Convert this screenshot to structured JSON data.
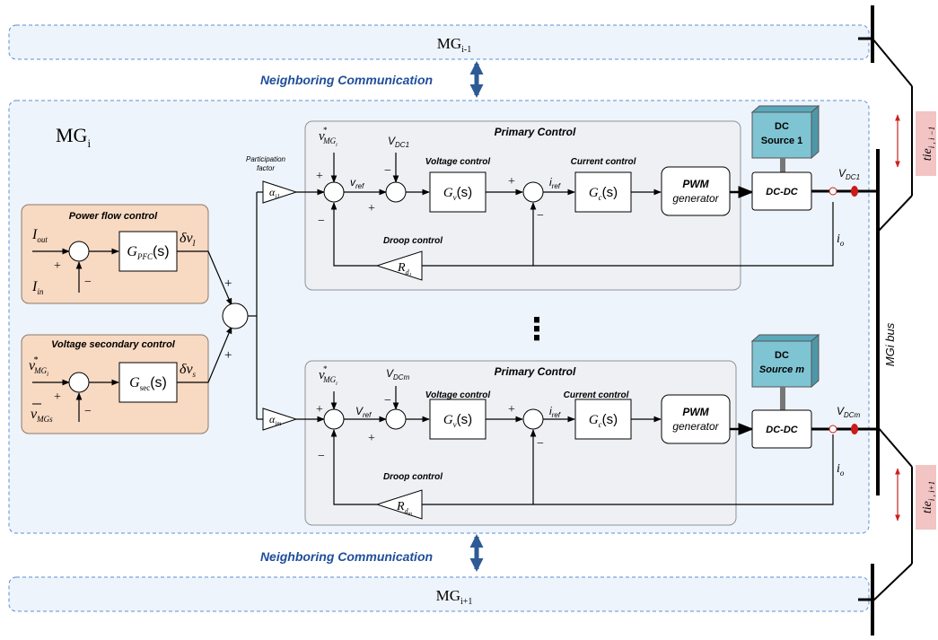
{
  "outer": {
    "mg_prev": {
      "base": "MG",
      "sub": "i-1"
    },
    "mg_next": {
      "base": "MG",
      "sub": "i+1"
    },
    "mg_current": {
      "base": "MG",
      "sub": "i"
    },
    "neighboring_communication": "Neighboring Communication",
    "bus_label": "MGi bus",
    "tie_up": {
      "base": "tie",
      "sub": "i , i −1"
    },
    "tie_down": {
      "base": "tie",
      "sub": "i , i+1"
    }
  },
  "power_flow_block": {
    "title": "Power flow control",
    "input_plus": {
      "base": "I",
      "sub": "out"
    },
    "input_minus": {
      "base": "I",
      "sub": "in"
    },
    "tf": {
      "base": "G",
      "sub": "PFC",
      "arg": "(s)"
    },
    "output": {
      "base": "δv",
      "sub": "I"
    },
    "plus": "+",
    "minus": "−"
  },
  "voltage_secondary_block": {
    "title": "Voltage secondary control",
    "input_plus": {
      "base": "v",
      "sup": "*",
      "sub": "MG",
      "subsub": "i"
    },
    "input_minus": {
      "base": "v",
      "sub": "MGs"
    },
    "tf": {
      "base": "G",
      "sub": "sec",
      "arg": "(s)"
    },
    "output": {
      "base": "δv",
      "sub": "s"
    },
    "plus": "+",
    "minus": "−"
  },
  "summing_junction": {
    "plus_top": "+",
    "plus_bottom": "+"
  },
  "participation": {
    "label_line1": "Participation",
    "label_line2": "factor",
    "alpha_1": {
      "base": "α",
      "sub": "i1"
    },
    "alpha_m": {
      "base": "α",
      "sub": "im"
    }
  },
  "primary_1": {
    "title": "Primary Control",
    "vref_star": {
      "base": "v",
      "sup": "*",
      "sub": "MG",
      "subsub": "i"
    },
    "vdc": {
      "base": "V",
      "sub": "DC1"
    },
    "vref": {
      "base": "v",
      "sub": "ref"
    },
    "voltage_control": "Voltage control",
    "gv": {
      "base": "G",
      "sub": "v",
      "arg": "(s)"
    },
    "current_control": "Current control",
    "iref": {
      "base": "i",
      "sub": "ref"
    },
    "gc": {
      "base": "G",
      "sub": "c",
      "arg": "(s)"
    },
    "pwm_line1": "PWM",
    "pwm_line2": "generator",
    "dcdc": "DC-DC",
    "source_line1": "DC",
    "source_line2": "Source 1",
    "vout": {
      "base": "V",
      "sub": "DC1"
    },
    "io": {
      "base": "i",
      "sub": "o"
    },
    "droop": "Droop control",
    "rd": {
      "base": "R",
      "sub": "d",
      "subsub": "1"
    },
    "plus": "+",
    "minus": "−"
  },
  "primary_m": {
    "title": "Primary Control",
    "vref_star": {
      "base": "v",
      "sup": "*",
      "sub": "MG",
      "subsub": "i"
    },
    "vdc": {
      "base": "V",
      "sub": "DCm"
    },
    "vref": {
      "base": "V",
      "sub": "ref"
    },
    "voltage_control": "Voltage control",
    "gv": {
      "base": "G",
      "sub": "v",
      "arg": "(s)"
    },
    "current_control": "Current control",
    "iref": {
      "base": "i",
      "sub": "ref"
    },
    "gc": {
      "base": "G",
      "sub": "c",
      "arg": "(s)"
    },
    "pwm_line1": "PWM",
    "pwm_line2": "generator",
    "dcdc": "DC-DC",
    "source_line1": "DC",
    "source_line2": "Source m",
    "vout": {
      "base": "V",
      "sub": "DCm"
    },
    "io": {
      "base": "i",
      "sub": "o"
    },
    "droop": "Droop control",
    "rd": {
      "base": "R",
      "sub": "d",
      "subsub": "m"
    },
    "plus": "+",
    "minus": "−"
  },
  "ellipsis": "⋮",
  "colors": {
    "dashed_border": "#5b8fd6",
    "band_fill": "#eef4fb",
    "communication_text": "#1f4e9a",
    "comm_arrow": "#2e5a95",
    "secondary_fill": "#f8d9c2",
    "secondary_border": "#8a7a6a",
    "primary_fill": "#eef0f4",
    "primary_border": "#8d939c",
    "source_fill": "#7fc4d3",
    "tie_fill": "#f2c4c4",
    "tie_arrow": "#c82020",
    "node_red": "#cc1b1b"
  }
}
